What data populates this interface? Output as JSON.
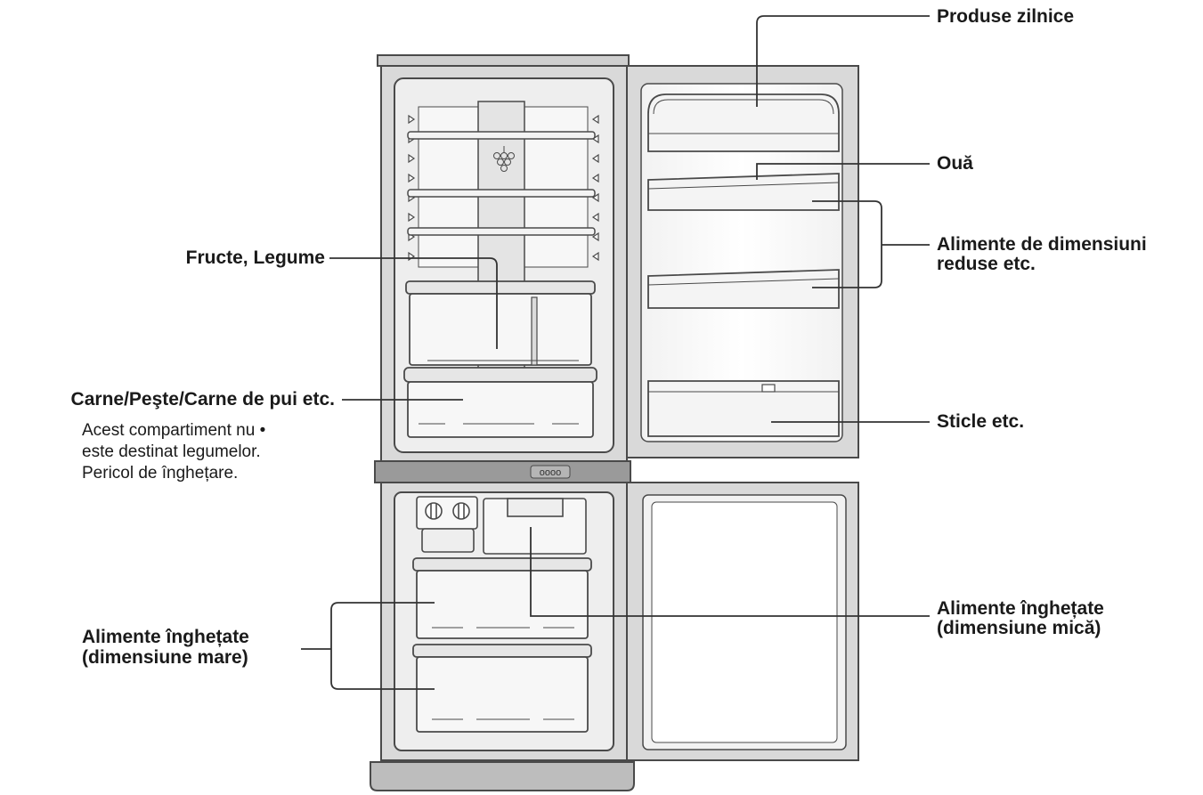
{
  "labels": {
    "dairy": "Produse zilnice",
    "eggs": "Ouă",
    "small_items_line1": "Alimente de dimensiuni",
    "small_items_line2": "reduse etc.",
    "bottles": "Sticle etc.",
    "fruit_veg": "Fructe, Legume",
    "meat": "Carne/Peşte/Carne de pui etc.",
    "meat_note_line1": "Acest compartiment nu •",
    "meat_note_line2": "este destinat legumelor.",
    "meat_note_line3": "Pericol de înghețare.",
    "frozen_large_line1": "Alimente înghețate",
    "frozen_large_line2": "(dimensiune mare)",
    "frozen_small_line1": "Alimente înghețate",
    "frozen_small_line2": "(dimensiune mică)"
  },
  "display_panel": "oooo",
  "colors": {
    "outline": "#4a4a4a",
    "body_fill": "#d9d9d9",
    "inner_fill": "#efefef",
    "light_fill": "#f7f7f7",
    "leader": "#333333"
  }
}
